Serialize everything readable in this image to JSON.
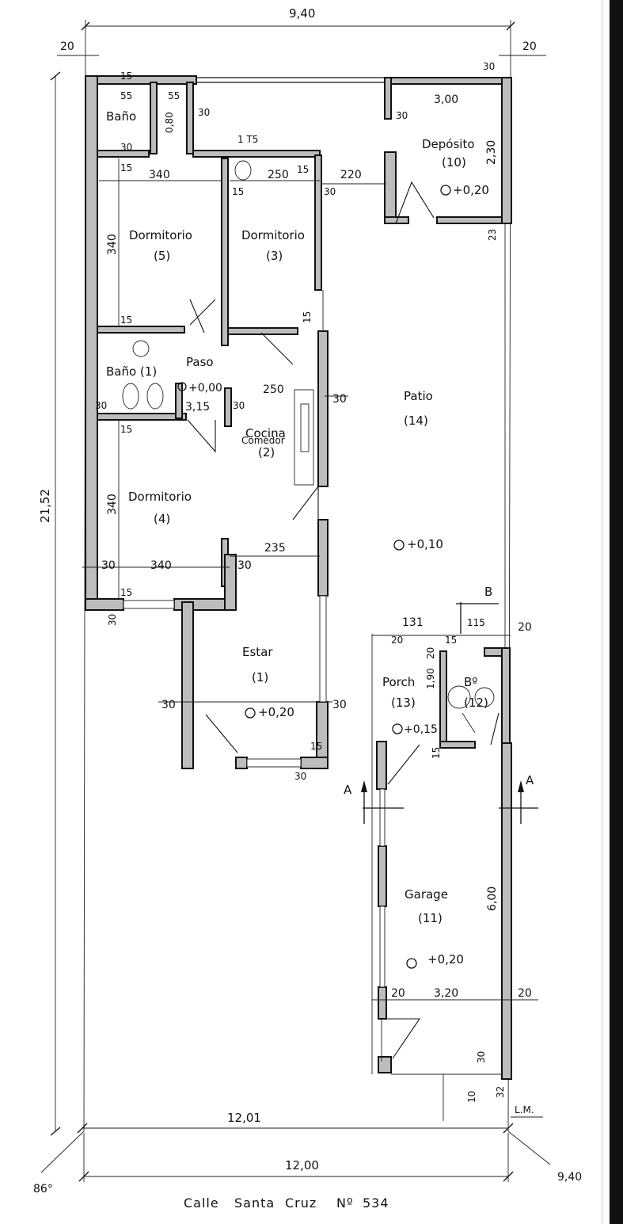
{
  "dimensions": {
    "top_width": "9,40",
    "top_left_offset": "20",
    "top_right_offset": "20",
    "top_right_wall": "30",
    "left_height": "21,52",
    "bottom_inner": "12,01",
    "bottom_outer": "12,00",
    "bottom_right_diag": "9,40",
    "angle": "86°",
    "lm": "L.M.",
    "deposito_width": "3,00",
    "deposito_height": "2,30",
    "deposito_wall_left": "30",
    "deposito_wall_bottom": "23",
    "bano_top_55a": "55",
    "bano_top_55b": "55",
    "bano_top_15": "15",
    "bano_30": "30",
    "bano_080": "0,80",
    "bano_side_30": "30",
    "d5_width": "340",
    "d5_height": "340",
    "d5_wall": "15",
    "d3_width": "250",
    "d3_wall": "15",
    "d3_door": "15",
    "d3_right": "30",
    "patio_gap": "220",
    "paso_wall": "15",
    "paso_arrow": "15",
    "cocina_width": "250",
    "cocina_wall": "30",
    "cocina_left_wall": "30",
    "bano1_315": "3,15",
    "bano1_left": "30",
    "bano1_bottom": "15",
    "d4_height": "340",
    "d4_width": "340",
    "d4_left": "30",
    "d4_right": "30",
    "d4_bottom": "15",
    "d4_bottom_left": "30",
    "cocina_bottom": "235",
    "estar_left": "30",
    "estar_right": "30",
    "estar_bottom": "30",
    "estar_bottom2": "15",
    "porch_width": "131",
    "porch_wall": "20",
    "porch_height": "1,90",
    "porch_15": "15",
    "porch_20": "20",
    "b_115": "115",
    "b_right": "20",
    "b_bottom": "15",
    "garage_height": "6,00",
    "garage_width": "3,20",
    "garage_left_wall": "20",
    "garage_right_wall": "20",
    "garage_bottom": "30",
    "garage_bottom_left": "10",
    "garage_bottom_right": "32"
  },
  "rooms": {
    "bano_top": "Baño",
    "dorm5_name": "Dormitorio",
    "dorm5_num": "(5)",
    "dorm3_name": "Dormitorio",
    "dorm3_num": "(3)",
    "deposito_name": "Depósito",
    "deposito_num": "(10)",
    "deposito_level": "+0,20",
    "bano1_name": "Baño (1)",
    "paso_name": "Paso",
    "paso_level": "+0,00",
    "cocina_name": "Cocina",
    "comedor_name": "Comedor",
    "cocina_num": "(2)",
    "patio_name": "Patio",
    "patio_num": "(14)",
    "patio_level": "+0,10",
    "dorm4_name": "Dormitorio",
    "dorm4_num": "(4)",
    "estar_name": "Estar",
    "estar_num": "(1)",
    "estar_level": "+0,20",
    "porch_name": "Porch",
    "porch_num": "(13)",
    "porch_level": "+0,15",
    "bano12_name": "Bº",
    "bano12_num": "(12)",
    "garage_name": "Garage",
    "garage_num": "(11)",
    "garage_level": "+0,20"
  },
  "sections": {
    "section_a_left": "A",
    "section_a_right": "A",
    "section_b": "B"
  },
  "address": {
    "street": "Calle",
    "name": "Santa",
    "name2": "Cruz",
    "number_label": "Nº",
    "number": "534"
  },
  "top_marker": "1 T5"
}
